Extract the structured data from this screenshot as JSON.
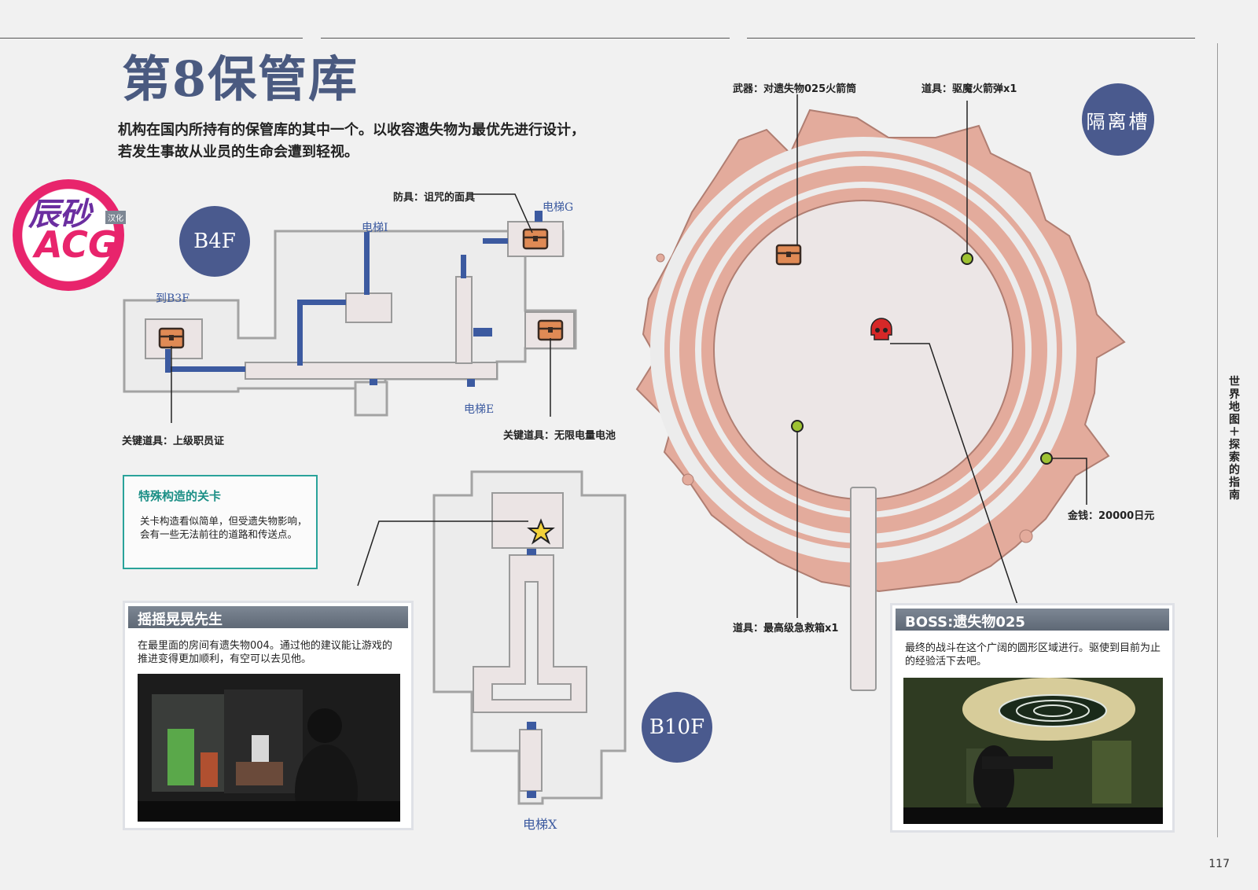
{
  "page": {
    "title": "第8保管库",
    "description_lines": [
      "机构在国内所持有的保管库的其中一个。以收容遗失物为最优先进行设计，",
      "若发生事故从业员的生命会遭到轻视。"
    ],
    "side_label": "世界地图＋探索的指南",
    "page_number": "117"
  },
  "logo": {
    "line1": "辰砂",
    "line2": "ACG",
    "tag": "汉化"
  },
  "b4f": {
    "badge": "B4F",
    "elevators": {
      "i": "电梯I",
      "g": "电梯G",
      "e": "电梯E",
      "to_b3f": "到B3F"
    },
    "labels": {
      "armor": "防具：诅咒的面具",
      "key_item_1": "关键道具：上级职员证",
      "key_item_2": "关键道具：无限电量电池"
    }
  },
  "b10f": {
    "badge": "B10F",
    "elevator_x": "电梯X"
  },
  "isolation": {
    "badge": "隔离槽",
    "labels": {
      "weapon": "武器：对遗失物025火箭筒",
      "item_top": "道具：驱魔火箭弹x1",
      "money": "金钱：20000日元",
      "item_bottom": "道具：最高级急救箱x1"
    }
  },
  "note": {
    "title": "特殊构造的关卡",
    "body": "关卡构造看似简单，但受遗失物影响，会有一些无法前往的道路和传送点。"
  },
  "card_left": {
    "title": "摇摇晃晃先生",
    "body": "在最里面的房间有遗失物004。通过他的建议能让游戏的推进变得更加顺利，有空可以去见他。"
  },
  "card_right": {
    "title": "BOSS:遗失物025",
    "body": "最终的战斗在这个广阔的圆形区域进行。驱使到目前为止的经验活下去吧。"
  },
  "colors": {
    "badge": "#4a5a8e",
    "elevator_blue": "#3c5aa0",
    "room_fill": "#ece6e6",
    "room_stroke": "#9a9a9a",
    "arena_ring": "#e3ab9c",
    "chest": "#e08a55",
    "skull": "#d62828",
    "item_dot": "#9ec232",
    "note_accent": "#2aa39a"
  }
}
